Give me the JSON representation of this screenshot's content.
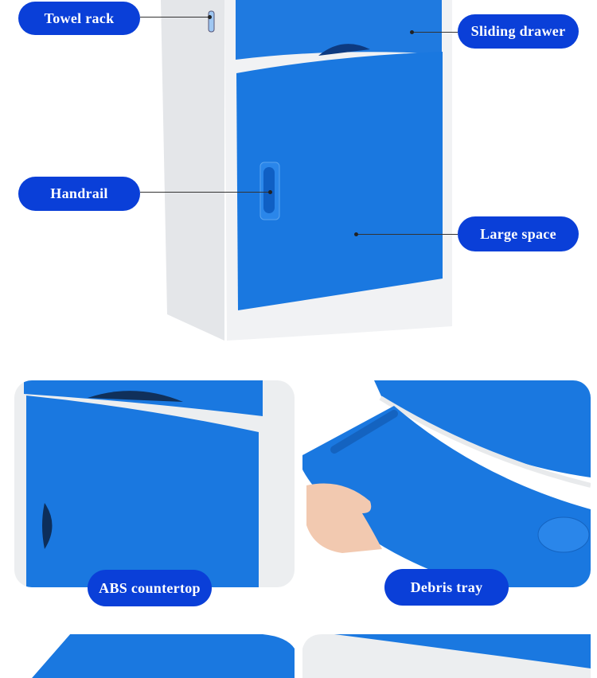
{
  "labels": {
    "towel_rack": "Towel rack",
    "sliding_drawer": "Sliding drawer",
    "handrail": "Handrail",
    "large_space": "Large space",
    "abs_countertop": "ABS countertop",
    "debris_tray": "Debris tray"
  },
  "colors": {
    "label_pill": "#0a3fd8",
    "cabinet_blue": "#1a78e0",
    "cabinet_white": "#eef0f2"
  }
}
